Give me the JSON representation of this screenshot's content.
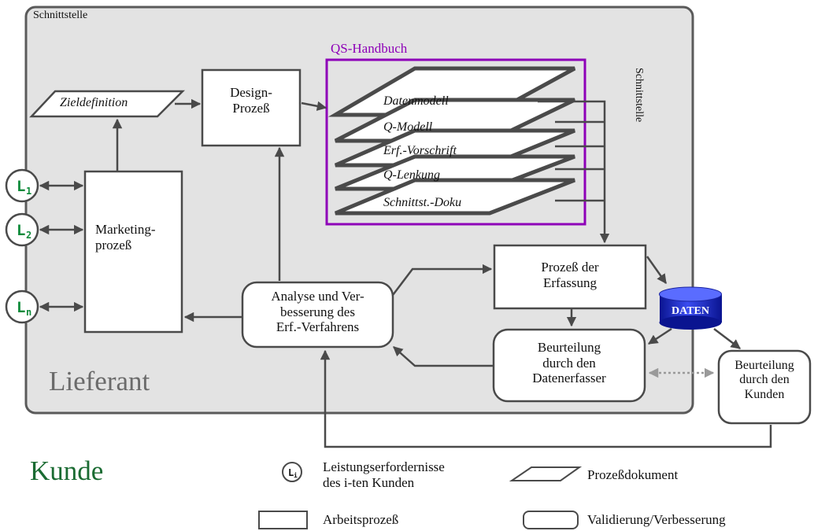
{
  "interface": {
    "top_label": "Schnittstelle",
    "side_label": "Schnittstelle"
  },
  "supplier_label": "Lieferant",
  "customer_label": "Kunde",
  "customers": [
    {
      "letter": "L",
      "sub": "1"
    },
    {
      "letter": "L",
      "sub": "2"
    },
    {
      "letter": "L",
      "sub": "n"
    }
  ],
  "qs_handbook": {
    "title": "QS-Handbuch",
    "documents": [
      "Datenmodell",
      "Q-Modell",
      "Erf.-Vorschrift",
      "Q-Lenkung",
      "Schnittst.-Doku"
    ]
  },
  "nodes": {
    "goal_definition": "Zieldefinition",
    "design": [
      "Design-",
      "Prozeß"
    ],
    "marketing": [
      "Marketing-",
      "prozeß"
    ],
    "capture": [
      "Prozeß der",
      "Erfassung"
    ],
    "analysis": [
      "Analyse und Ver-",
      "besserung des",
      "Erf.-Verfahrens"
    ],
    "capturer_review": [
      "Beurteilung",
      "durch den",
      "Datenerfasser"
    ],
    "customer_review": [
      "Beurteilung",
      "durch den",
      "Kunden"
    ],
    "database": "DATEN"
  },
  "legend": {
    "requirements_symbol": {
      "letter": "L",
      "sub": "i"
    },
    "requirements": [
      "Leistungserfordernisse",
      "des i-ten Kunden"
    ],
    "process_document": "Prozeßdokument",
    "work_process": "Arbeitsprozeß",
    "validation": "Validierung/Verbesserung"
  },
  "colors": {
    "frame": "#5a5a5a",
    "supplier_fill": "#e3e3e3",
    "qs_frame": "#8e00b8",
    "customer_text": "#1a6b32",
    "customer_badge_text": "#0e8a3a",
    "database": "#1f2bd0",
    "arrow": "#4a4a4a",
    "dotted_arrow": "#9a9a9a"
  }
}
